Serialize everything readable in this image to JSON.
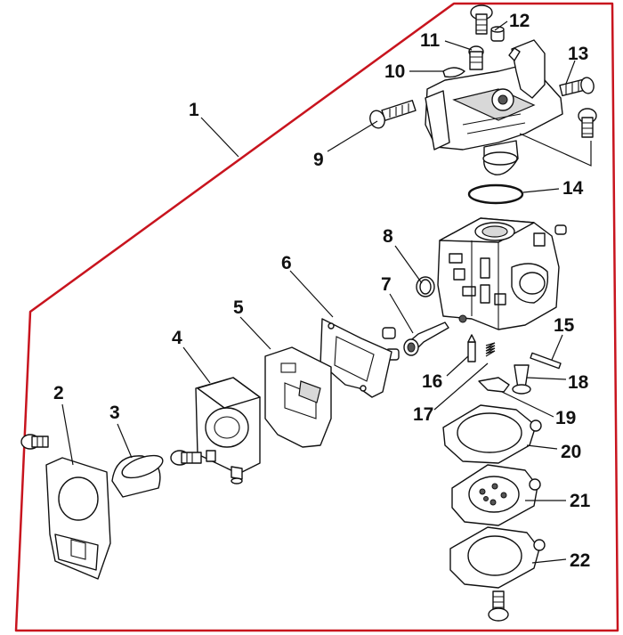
{
  "diagram": {
    "accent_color": "#c8141e",
    "callouts": [
      {
        "id": "p1",
        "text": "1"
      },
      {
        "id": "p2",
        "text": "2"
      },
      {
        "id": "p3",
        "text": "3"
      },
      {
        "id": "p4",
        "text": "4"
      },
      {
        "id": "p5",
        "text": "5"
      },
      {
        "id": "p6",
        "text": "6"
      },
      {
        "id": "p7",
        "text": "7"
      },
      {
        "id": "p8",
        "text": "8"
      },
      {
        "id": "p9",
        "text": "9"
      },
      {
        "id": "p10",
        "text": "10"
      },
      {
        "id": "p11",
        "text": "11"
      },
      {
        "id": "p12",
        "text": "12"
      },
      {
        "id": "p13",
        "text": "13"
      },
      {
        "id": "p14",
        "text": "14"
      },
      {
        "id": "p15",
        "text": "15"
      },
      {
        "id": "p16",
        "text": "16"
      },
      {
        "id": "p17",
        "text": "17"
      },
      {
        "id": "p18",
        "text": "18"
      },
      {
        "id": "p19",
        "text": "19"
      },
      {
        "id": "p20",
        "text": "20"
      },
      {
        "id": "p21",
        "text": "21"
      },
      {
        "id": "p22",
        "text": "22"
      }
    ]
  }
}
